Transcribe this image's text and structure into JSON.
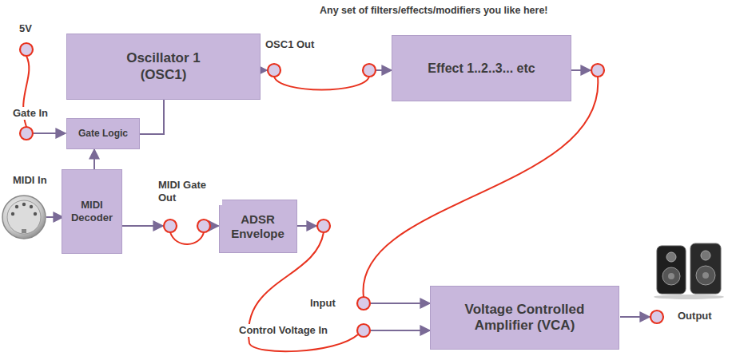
{
  "diagram": {
    "nodes": [
      {
        "text": [
          "Oscillator 1 (OSC1)"
        ]
      },
      {
        "text": [
          "Effect 1..2..3... etc"
        ]
      },
      {
        "text": [
          "Gate Logic"
        ]
      },
      {
        "text": [
          "MIDI Decoder"
        ]
      },
      {
        "text": [
          "ADSR Envelope"
        ]
      },
      {
        "text": [
          "Voltage Controlled Amplifier (VCA)"
        ]
      }
    ],
    "edges": [
      {
        "from": 0,
        "to": 1,
        "arrow": "to"
      },
      {
        "from": 2,
        "to": 0,
        "arrow": "none"
      },
      {
        "from": 3,
        "to": 2,
        "arrow": "to"
      },
      {
        "from": 3,
        "to": 4,
        "arrow": "to"
      },
      {
        "from": 1,
        "to": 5,
        "arrow": "to"
      },
      {
        "from": 4,
        "to": 5,
        "arrow": "to"
      }
    ],
    "labels": [
      "Any set of filters/effects/modifiers you like here!",
      "5V",
      "Gate In",
      "MIDI In",
      "OSC1 Out",
      "MIDI Gate Out",
      "Input",
      "Control Voltage In",
      "Output"
    ]
  }
}
